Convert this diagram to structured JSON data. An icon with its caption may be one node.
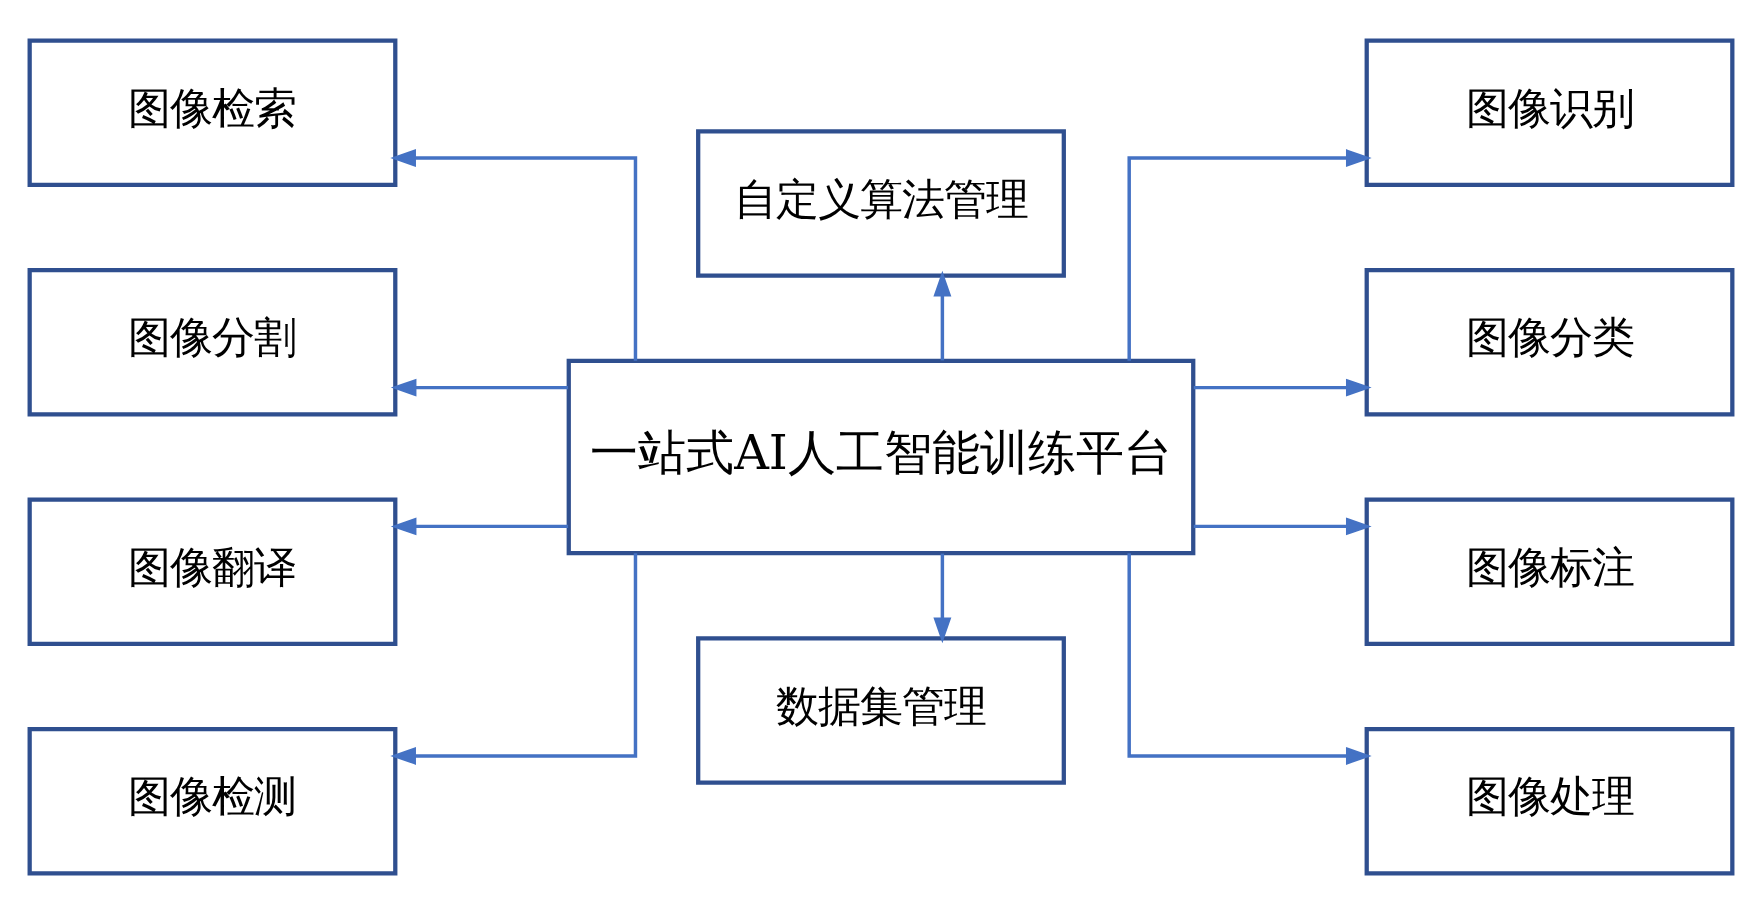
{
  "diagram": {
    "nodes": [
      {
        "text": [
          "图像检索"
        ]
      },
      {
        "text": [
          "自定义算法管理"
        ]
      },
      {
        "text": [
          "图像识别"
        ]
      },
      {
        "text": [
          "图像分割"
        ]
      },
      {
        "text": [
          "图像分类"
        ]
      },
      {
        "text": [
          "一站式AI人工智能训练平台"
        ]
      },
      {
        "text": [
          "图像翻译"
        ]
      },
      {
        "text": [
          "图像标注"
        ]
      },
      {
        "text": [
          "图像检测"
        ]
      },
      {
        "text": [
          "数据集管理"
        ]
      },
      {
        "text": [
          "图像处理"
        ]
      }
    ],
    "edges": [
      {
        "from": 5,
        "to": 0,
        "arrow": "to"
      },
      {
        "from": 5,
        "to": 3,
        "arrow": "to"
      },
      {
        "from": 5,
        "to": 6,
        "arrow": "to"
      },
      {
        "from": 5,
        "to": 8,
        "arrow": "to"
      },
      {
        "from": 5,
        "to": 1,
        "arrow": "to"
      },
      {
        "from": 5,
        "to": 9,
        "arrow": "to"
      },
      {
        "from": 5,
        "to": 2,
        "arrow": "to"
      },
      {
        "from": 5,
        "to": 4,
        "arrow": "to"
      },
      {
        "from": 5,
        "to": 7,
        "arrow": "to"
      },
      {
        "from": 5,
        "to": 10,
        "arrow": "to"
      }
    ]
  }
}
